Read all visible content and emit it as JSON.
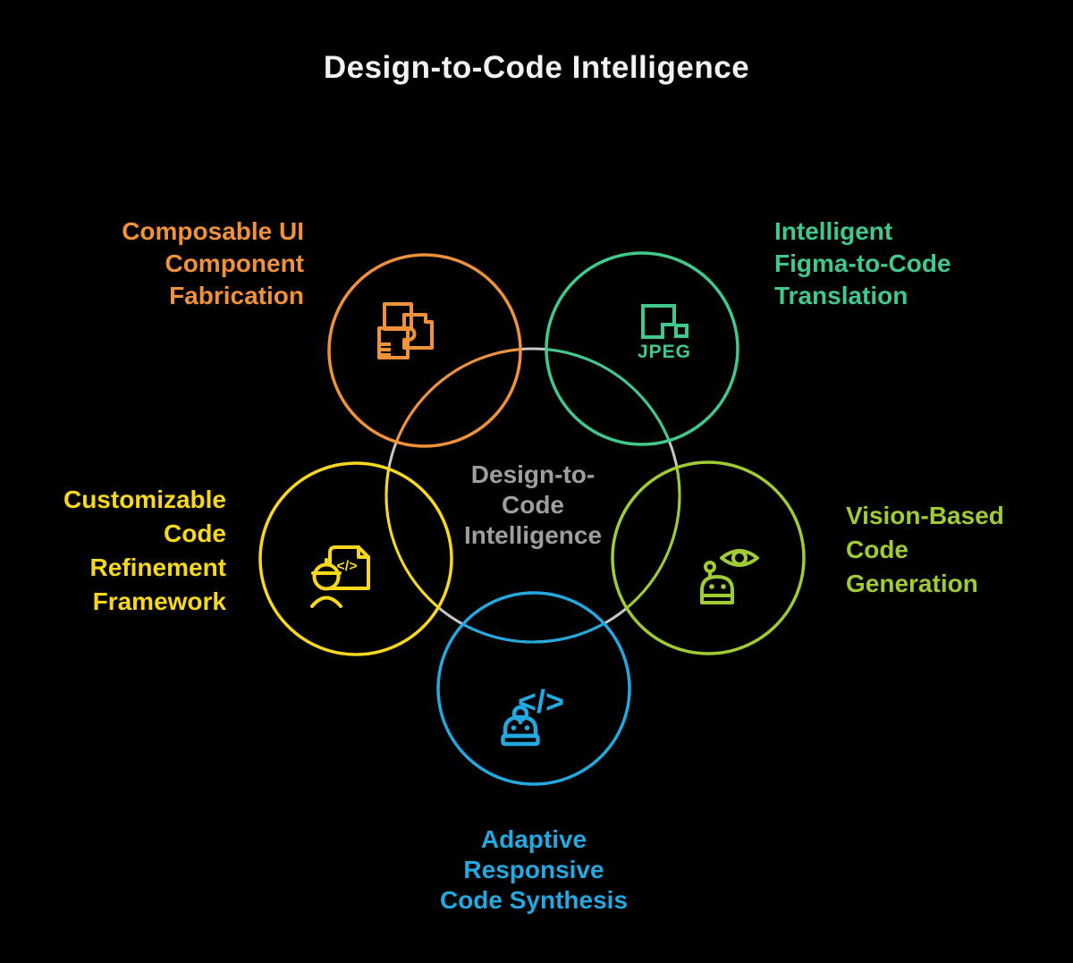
{
  "title": "Design-to-Code Intelligence",
  "title_color": "#F2F2F2",
  "background_color": "#000000",
  "hub": {
    "ring_color": "#C8C8C8",
    "label": {
      "line1": "Design-to-",
      "line2": "Code",
      "line3": "Intelligence",
      "color": "#9E9E9E"
    }
  },
  "petals": [
    {
      "name": "composable-ui-component-fabrication",
      "color": "#F0913C",
      "icon": "ui-component-blocks-icon",
      "label": {
        "line1": "Composable UI",
        "line2": "Component",
        "line3": "Fabrication"
      }
    },
    {
      "name": "intelligent-figma-to-code-translation",
      "color": "#41C98B",
      "icon": "jpeg-image-icon",
      "icon_text": "JPEG",
      "label": {
        "line1": "Intelligent",
        "line2": "Figma-to-Code",
        "line3": "Translation"
      }
    },
    {
      "name": "customizable-code-refinement-framework",
      "color": "#F8D81C",
      "icon": "developer-code-document-icon",
      "icon_text": "</>",
      "label": {
        "line1": "Customizable",
        "line2": "Code",
        "line3": "Refinement",
        "line4": "Framework"
      }
    },
    {
      "name": "vision-based-code-generation",
      "color": "#9FCB35",
      "icon": "robot-vision-eye-icon",
      "label": {
        "line1": "Vision-Based",
        "line2": "Code",
        "line3": "Generation"
      }
    },
    {
      "name": "adaptive-responsive-code-synthesis",
      "color": "#23A8E0",
      "icon": "robot-code-icon",
      "icon_text": "</>",
      "label": {
        "line1": "Adaptive",
        "line2": "Responsive",
        "line3": "Code Synthesis"
      }
    }
  ]
}
